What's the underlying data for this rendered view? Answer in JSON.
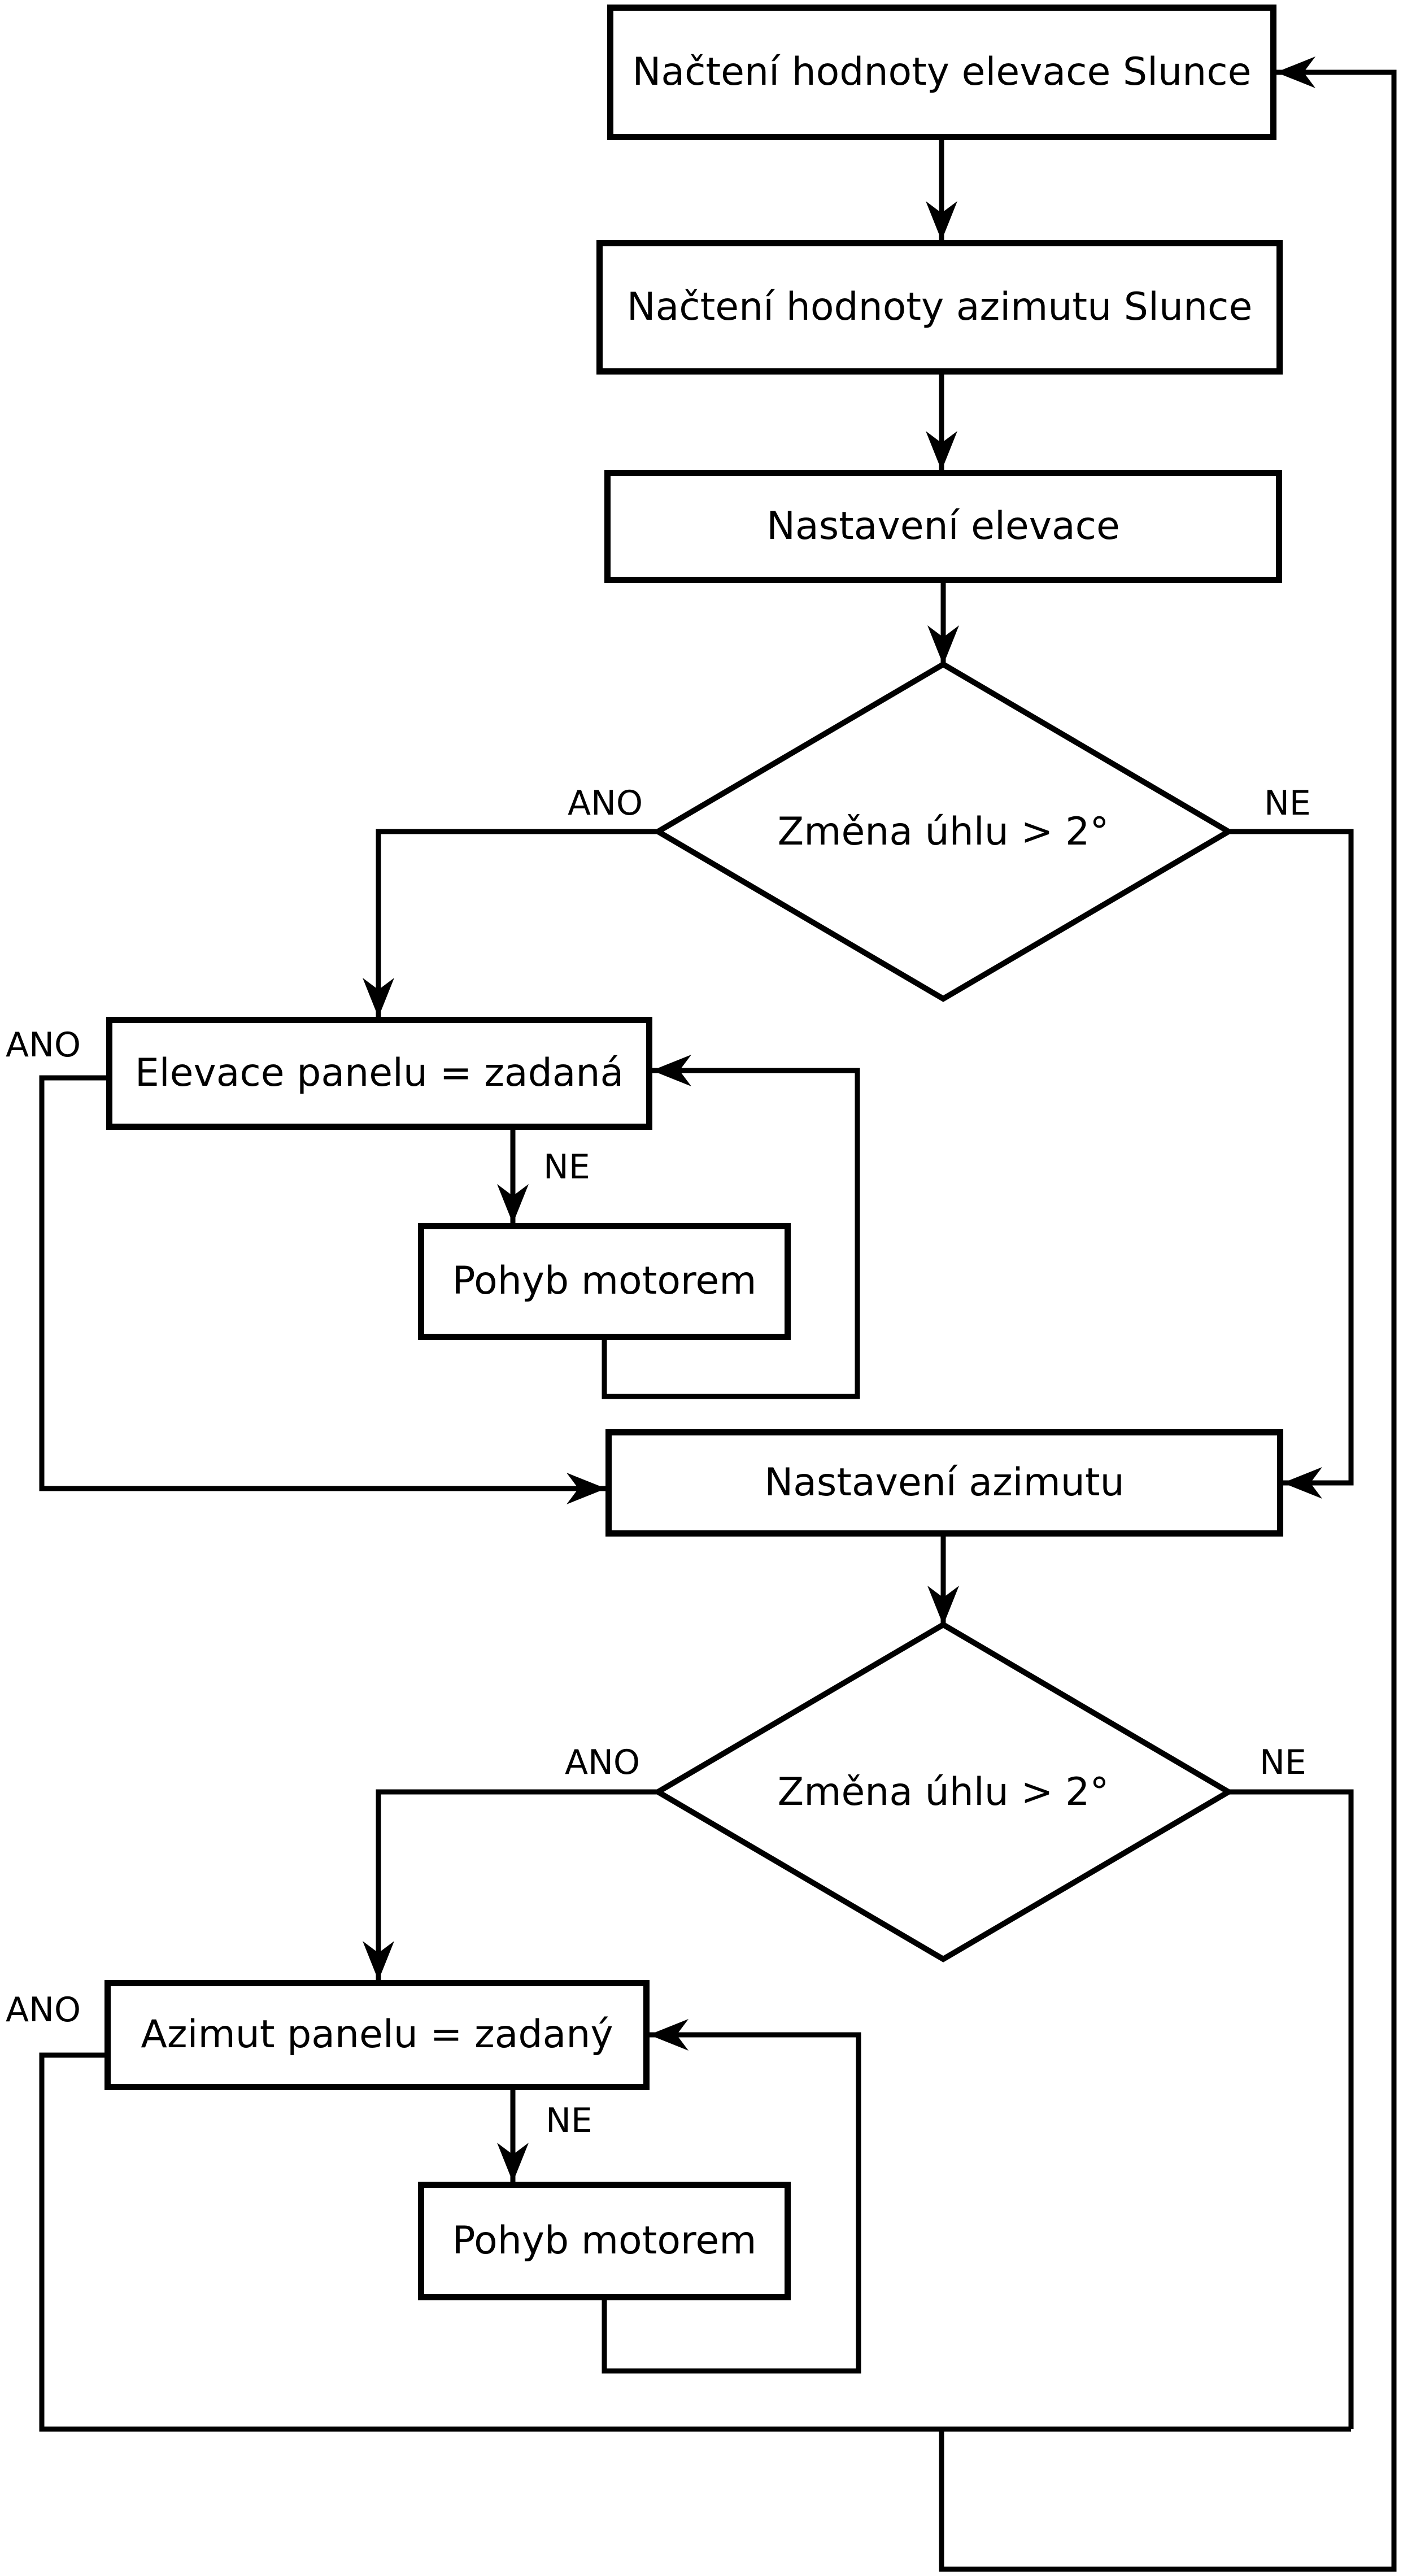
{
  "flowchart": {
    "colors": {
      "stroke": "#000000",
      "background": "#ffffff"
    },
    "nodes": {
      "load_elevation": "Načtení hodnoty elevace Slunce",
      "load_azimuth": "Načtení hodnoty azimutu Slunce",
      "set_elevation": "Nastavení elevace",
      "elevation_change_decision": "Změna úhlu > 2°",
      "elevation_equals_target": "Elevace panelu = zadaná",
      "elevation_motor_move": "Pohyb motorem",
      "set_azimuth": "Nastavení azimutu",
      "azimuth_change_decision": "Změna úhlu > 2°",
      "azimuth_equals_target": "Azimut panelu = zadaný",
      "azimuth_motor_move": "Pohyb motorem"
    },
    "edge_labels": {
      "elevation_change_yes": "ANO",
      "elevation_change_no": "NE",
      "elevation_equals_yes": "ANO",
      "elevation_equals_no": "NE",
      "azimuth_change_yes": "ANO",
      "azimuth_change_no": "NE",
      "azimuth_equals_yes": "ANO",
      "azimuth_equals_no": "NE"
    }
  }
}
